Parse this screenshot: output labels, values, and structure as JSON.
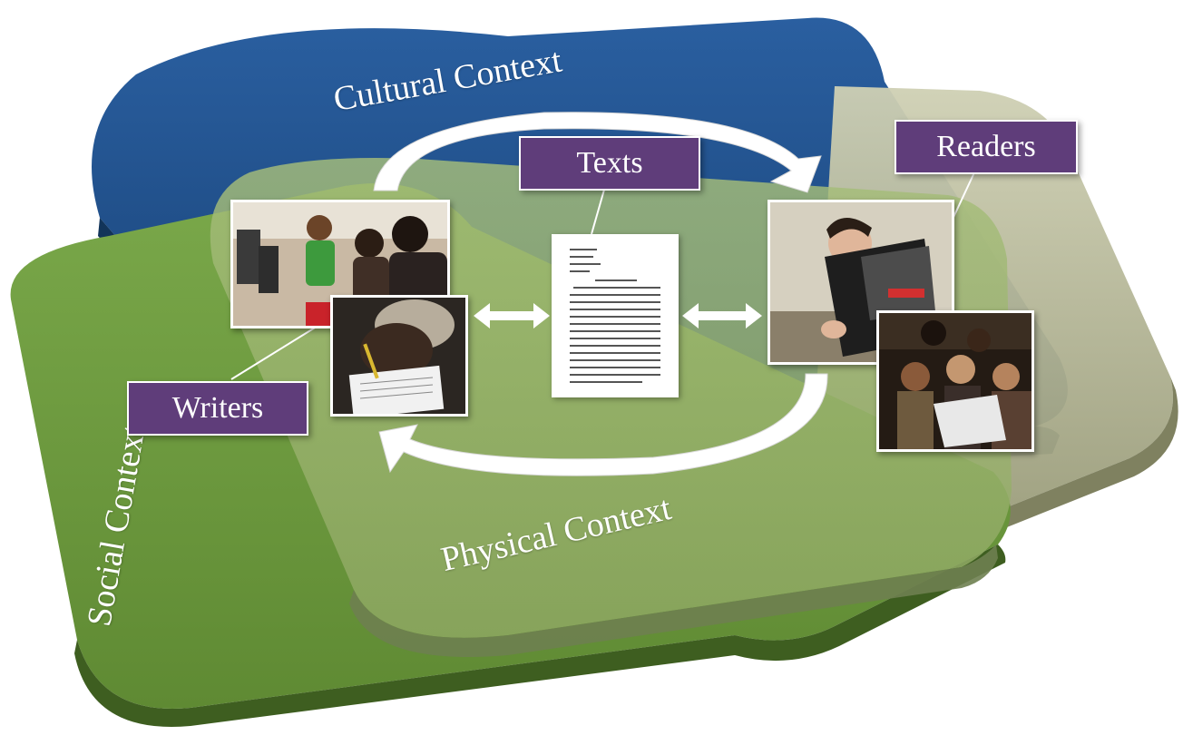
{
  "contexts": {
    "cultural": "Cultural Context",
    "social": "Social Context",
    "physical": "Physical Context"
  },
  "nodes": {
    "texts": "Texts",
    "readers": "Readers",
    "writers": "Writers"
  },
  "colors": {
    "cultural_layer": "#1d4e8a",
    "social_layer": "#6e9a3e",
    "physical_layer": "#a7aa8a",
    "label_box": "#5f3d7a",
    "arrow": "#ffffff"
  },
  "images": {
    "writers_top": "photo-students-at-computers",
    "writers_bottom": "photo-student-writing",
    "texts": "document-page",
    "readers_top": "photo-man-reading-book",
    "readers_bottom": "photo-group-reading"
  }
}
